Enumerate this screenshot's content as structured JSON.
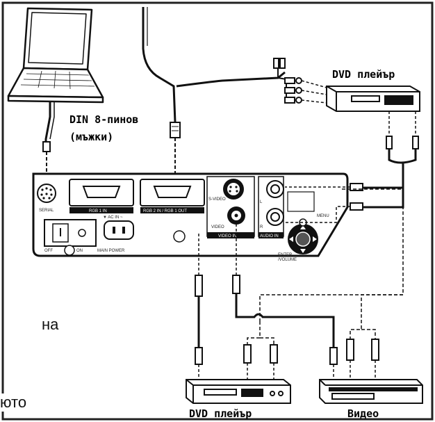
{
  "labels": {
    "din_connector": "DIN 8-пинов",
    "din_gender": "(мъжки)",
    "dvd_top": "DVD плейър",
    "dvd_bottom": "DVD плейър",
    "video_bottom": "Видео"
  },
  "panel_labels": {
    "serial": "SERIAL",
    "rgb1_in": "RGB 1 IN",
    "rgb2_in_out": "RGB 2 IN / RGB 1 OUT",
    "ac_in": "▼ AC IN ~",
    "off": "OFF",
    "on": "ON",
    "main_power": "MAIN POWER",
    "s_video": "S-VIDEO",
    "video": "VIDEO",
    "video_in": "VIDEO IN",
    "audio_in": "AUDIO IN",
    "left": "L",
    "right": "R",
    "menu": "MENU",
    "enter": "ENTER",
    "enter_sub": "/VOLUME"
  },
  "side_text": {
    "fragment_1": "на",
    "fragment_2": "юто"
  }
}
